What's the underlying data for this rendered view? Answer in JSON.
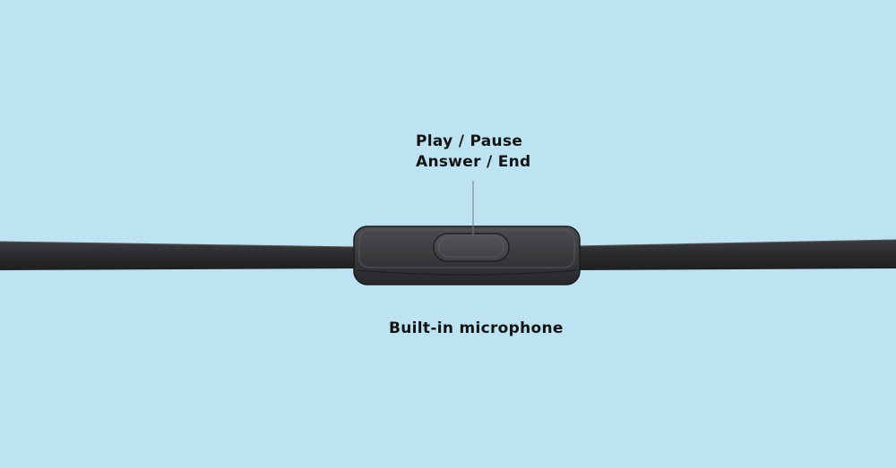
{
  "labels": {
    "button_line1": "Play / Pause",
    "button_line2": "Answer / End",
    "microphone": "Built-in microphone"
  },
  "colors": {
    "background": "#bde3f2",
    "cable": "#2b2c2e",
    "remote_body": "#3a3b3d",
    "button": "#4a4b4e",
    "text": "#141414"
  }
}
